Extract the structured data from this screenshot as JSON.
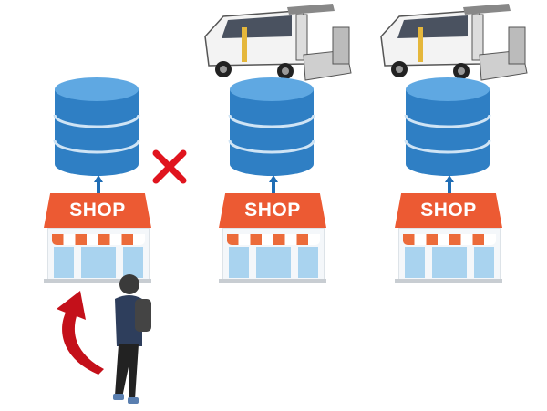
{
  "shops": [
    {
      "label": "SHOP"
    },
    {
      "label": "SHOP"
    },
    {
      "label": "SHOP"
    }
  ],
  "colors": {
    "roof": "#ec5a33",
    "database": "#2f7fc4",
    "arrow": "#1f6db5",
    "cross": "#e0141e",
    "curve_arrow": "#c4101a"
  },
  "icons": [
    "database-icon",
    "up-arrow-icon",
    "cross-icon",
    "van-icon",
    "person-icon",
    "curved-arrow-icon"
  ]
}
